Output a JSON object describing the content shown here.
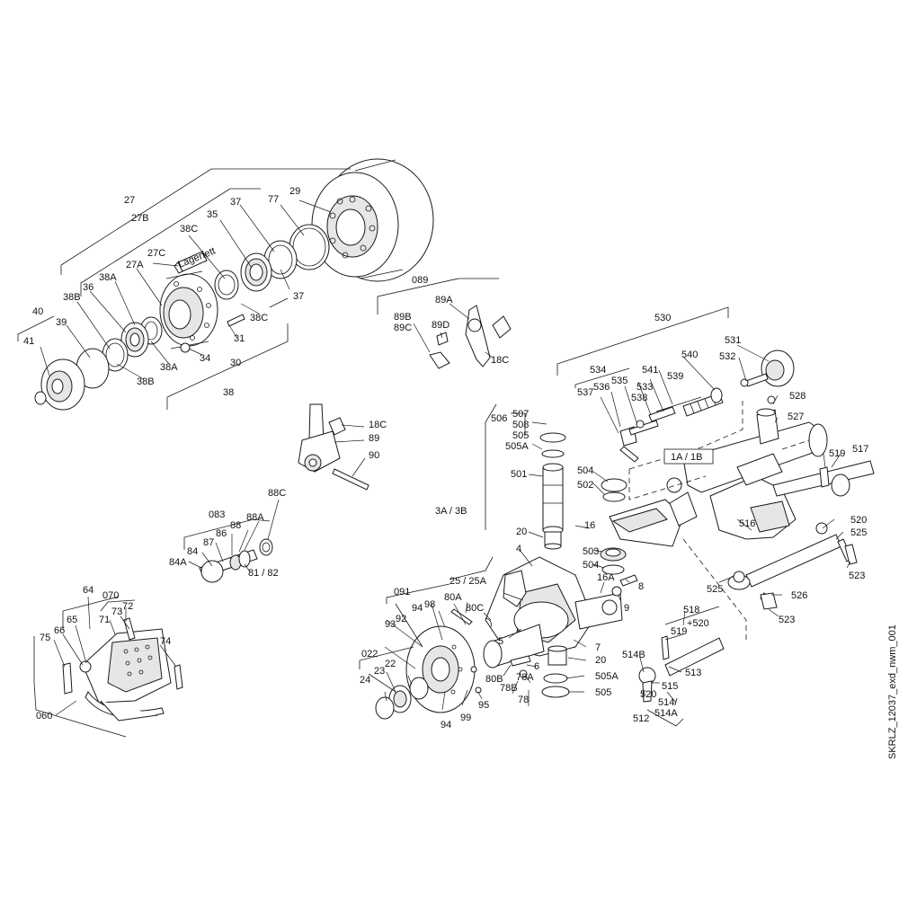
{
  "drawing_id": "SKRLZ_12037_exd_nwm_001",
  "callouts": {
    "c27": "27",
    "c27B": "27B",
    "c27C": "27C",
    "c27A": "27A",
    "lagerfett": "Lagerfett",
    "c29": "29",
    "c77": "77",
    "c37a": "37",
    "c37b": "37",
    "c35": "35",
    "c38Ca": "38C",
    "c38Cb": "38C",
    "c38A": "38A",
    "c38Aa": "38A",
    "c36": "36",
    "c38B": "38B",
    "c38Ba": "38B",
    "c40": "40",
    "c39": "39",
    "c41": "41",
    "c31": "31",
    "c34": "34",
    "c30": "30",
    "c38": "38",
    "c089": "089",
    "c89A": "89A",
    "c89B": "89B",
    "c89C": "89C",
    "c89D": "89D",
    "c18Ca": "18C",
    "c18Cb": "18C",
    "c89": "89",
    "c90": "90",
    "c530": "530",
    "c531": "531",
    "c532": "532",
    "c528": "528",
    "c527": "527",
    "c534": "534",
    "c535": "535",
    "c536": "536",
    "c537": "537",
    "c533": "533",
    "c538": "538",
    "c541": "541",
    "c539": "539",
    "c540": "540",
    "c519a": "519",
    "c517": "517",
    "c520a": "520",
    "c525a": "525",
    "c523a": "523",
    "c525b": "525",
    "c526": "526",
    "c523b": "523",
    "c516": "516",
    "c1A1B": "1A / 1B",
    "c506": "506",
    "c507": "507",
    "c508": "508",
    "c505": "505",
    "c505A": "505A",
    "c501": "501",
    "c504a": "504",
    "c502": "502",
    "c3A3B": "3A / 3B",
    "c16": "16",
    "c20a": "20",
    "c503": "503",
    "c504b": "504",
    "c4": "4",
    "c16A": "16A",
    "c25": "25 / 25A",
    "c8": "8",
    "c9": "9",
    "c5": "5",
    "c80A": "80A",
    "c80C": "80C",
    "c7": "7",
    "c20b": "20",
    "c6": "6",
    "c505Ab": "505A",
    "c505b": "505",
    "c80B": "80B",
    "c78A": "78A",
    "c78B": "78B",
    "c78": "78",
    "c091": "091",
    "c92": "92",
    "c93": "93",
    "c94a": "94",
    "c98": "98",
    "c94b": "94",
    "c99": "99",
    "c95": "95",
    "c022": "022",
    "c22": "22",
    "c23": "23",
    "c24": "24",
    "c518": "518",
    "c519b": "519",
    "c520plus": "+520",
    "c514B": "514B",
    "c513": "513",
    "c515": "515",
    "c520b": "520",
    "c514": "514/",
    "c514A": "514A",
    "c512": "512",
    "c083": "083",
    "c88A": "88A",
    "c88": "88",
    "c86": "86",
    "c87": "87",
    "c84": "84",
    "c84A": "84A",
    "c8182": "81 / 82",
    "c88C": "88C",
    "c64": "64",
    "c070": "070",
    "c72": "72",
    "c73": "73",
    "c71": "71",
    "c65": "65",
    "c66": "66",
    "c74": "74",
    "c75": "75",
    "c060": "060"
  }
}
